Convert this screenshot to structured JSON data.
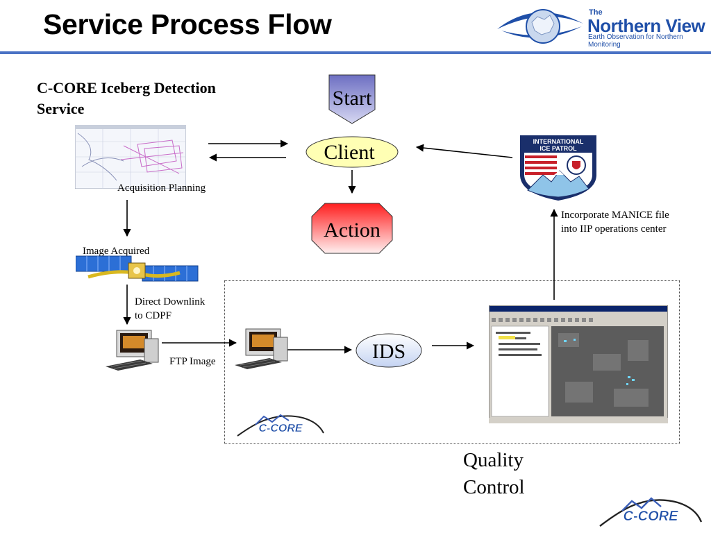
{
  "slide": {
    "title": "Service Process Flow",
    "subtitle_line1": "C-CORE Iceberg Detection",
    "subtitle_line2": "Service"
  },
  "logo": {
    "the": "The",
    "name": "Northern View",
    "tagline": "Earth Observation for Northern Monitoring"
  },
  "flow": {
    "start": "Start",
    "client": "Client",
    "action": "Action",
    "ids": "IDS",
    "acquisition": "Acquisition Planning",
    "image_acquired": "Image Acquired",
    "downlink_line1": "Direct Downlink",
    "downlink_line2": "to CDPF",
    "ftp": "FTP Image",
    "manice_line1": "Incorporate MANICE file",
    "manice_line2": "into IIP operations center",
    "qc_line1": "Quality",
    "qc_line2": "Control"
  },
  "badges": {
    "iip_line1": "INTERNATIONAL",
    "iip_line2": "ICE PATROL",
    "ccore": "C-CORE"
  },
  "colors": {
    "accent": "#4a72c4",
    "start_fill": "#9fa0d8",
    "client_fill": "#ffffb4",
    "action_red": "#ff2a2a",
    "ids_fill": "#d8e2f7",
    "logo_blue": "#1f4fa8"
  }
}
